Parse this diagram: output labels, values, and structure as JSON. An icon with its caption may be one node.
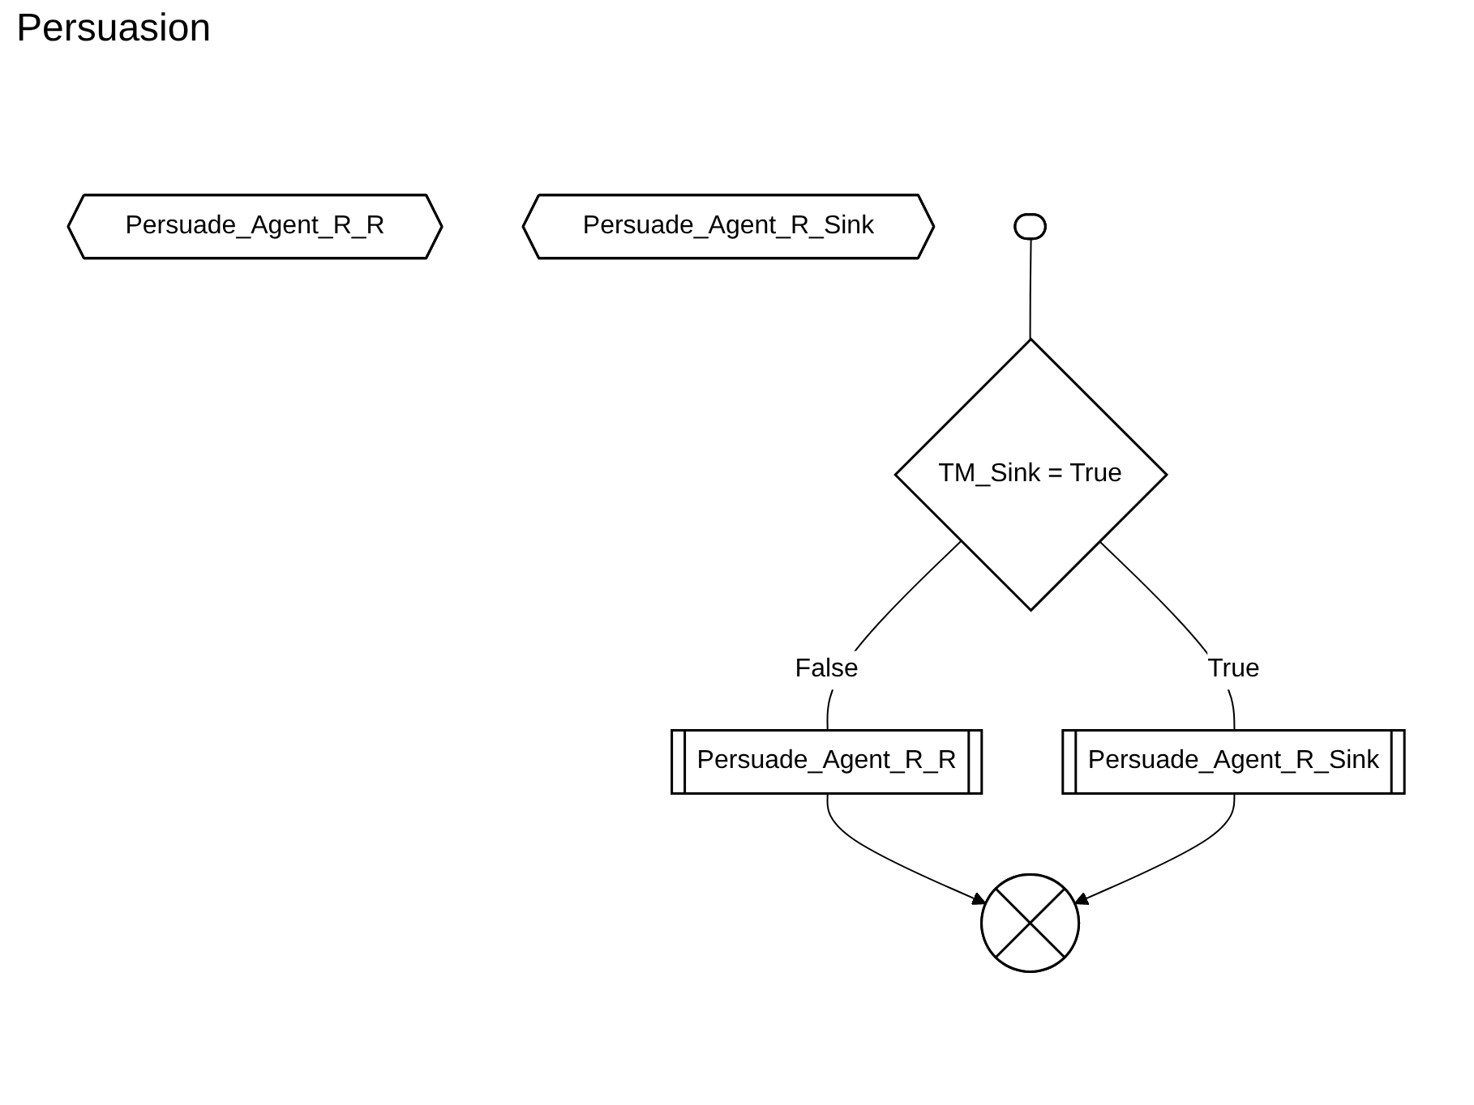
{
  "diagram": {
    "title": "Persuasion",
    "nodes": [
      {
        "text": [
          "Persuade_Agent_R_R"
        ]
      },
      {
        "text": [
          "Persuade_Agent_R_Sink"
        ]
      },
      {
        "text": [],
        "shape": "stadium"
      },
      {
        "text": [
          "TM_Sink = True"
        ]
      },
      {
        "text": [
          "Persuade_Agent_R_R"
        ]
      },
      {
        "text": [
          "Persuade_Agent_R_Sink"
        ]
      },
      {
        "text": [],
        "shape": "circle"
      }
    ],
    "edges": [
      {
        "from": 2,
        "to": 3,
        "arrow": "none"
      },
      {
        "from": 3,
        "to": 4,
        "label": "False",
        "arrow": "none"
      },
      {
        "from": 3,
        "to": 5,
        "label": "True",
        "arrow": "none"
      },
      {
        "from": 4,
        "to": 6,
        "arrow": "to"
      },
      {
        "from": 5,
        "to": 6,
        "arrow": "to"
      }
    ]
  }
}
